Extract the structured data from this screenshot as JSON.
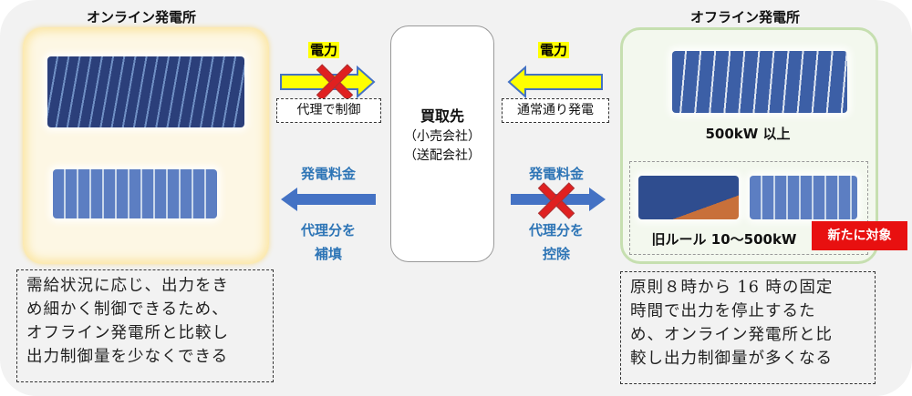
{
  "online": {
    "title": "オンライン発電所",
    "description": [
      "需給状況に応じ、出力をき",
      "め細かく制御できるため、",
      "オフライン発電所と比較し",
      "出力制御量を少なくできる"
    ]
  },
  "offline": {
    "title": "オフライン発電所",
    "large_label": "500kW 以上",
    "old_rule_label": "旧ルール 10〜500kW",
    "new_badge": "新たに対象",
    "description": [
      "原則８時から 16 時の固定",
      "時間で出力を停止するた",
      "め、オンライン発電所と比",
      "較し出力制御量が多くなる"
    ]
  },
  "center": {
    "title": "買取先",
    "line1": "（小売会社）",
    "line2": "（送配会社）"
  },
  "left_flow": {
    "power_label": "電力",
    "control_label": "代理で制御",
    "fee_label": "発電料金",
    "fee_note1": "代理分を",
    "fee_note2": "補填"
  },
  "right_flow": {
    "power_label": "電力",
    "control_label": "通常通り発電",
    "fee_label": "発電料金",
    "fee_note1": "代理分を",
    "fee_note2": "控除"
  },
  "colors": {
    "power_arrow": "#ffff00",
    "fee_arrow": "#4472c4",
    "cross": "#e02020",
    "badge": "#e81010"
  }
}
